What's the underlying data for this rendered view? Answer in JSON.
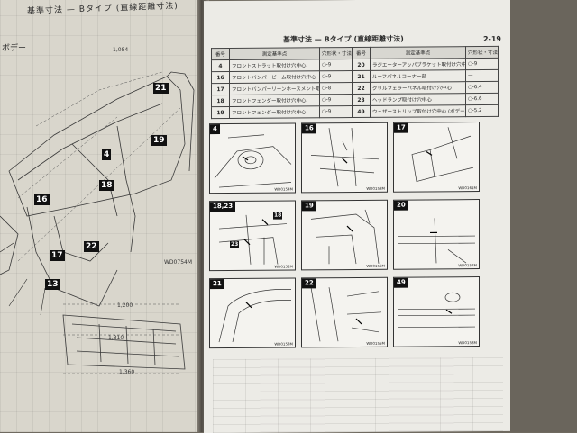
{
  "left_page": {
    "header": "基準寸法 — Bタイプ (直線距離寸法)",
    "section_label": "ボデー",
    "callouts": [
      "21",
      "19",
      "4",
      "18",
      "22",
      "17",
      "13",
      "16"
    ],
    "dimensions": [
      "1,200",
      "1,310",
      "1,360",
      "1,084"
    ],
    "code": "WD0754M"
  },
  "right_page": {
    "title": "基準寸法 — Bタイプ (直線距離寸法)",
    "page_number": "2-19",
    "table": {
      "headers": [
        "番号",
        "測定基準点",
        "穴形状・寸法",
        "番号",
        "測定基準点",
        "穴形状・寸法"
      ],
      "rows": [
        {
          "no1": "4",
          "desc1": "フロントストラット取付け穴中心",
          "sym1": "○-9",
          "no2": "20",
          "desc2": "ラジエーターアッパブラケット取付け穴中心",
          "sym2": "○-9"
        },
        {
          "no1": "16",
          "desc1": "フロントバンパービーム取付け穴中心",
          "sym1": "○-9",
          "no2": "21",
          "desc2": "ルーフパネルコーナー部",
          "sym2": "—"
        },
        {
          "no1": "17",
          "desc1": "フロントバンパーリーンホースメント取付け穴中心",
          "sym1": "○-8",
          "no2": "22",
          "desc2": "グリルフェラーパネル取付け穴中心",
          "sym2": "○-6.4"
        },
        {
          "no1": "18",
          "desc1": "フロントフェンダー取付け穴中心",
          "sym1": "○-9",
          "no2": "23",
          "desc2": "ヘッドランプ取付け穴中心",
          "sym2": "○-6.6"
        },
        {
          "no1": "19",
          "desc1": "フロントフェンダー取付け穴中心",
          "sym1": "○-9",
          "no2": "49",
          "desc2": "ウェザーストリップ取付け穴中心 (ボデー取付け側)",
          "sym2": "○-5.2"
        }
      ]
    },
    "figures": [
      {
        "label": "4",
        "code": "WD0154M"
      },
      {
        "label": "16",
        "code": "WD0158M"
      },
      {
        "label": "17",
        "code": "WD0161M"
      },
      {
        "label": "18,23",
        "code": "WD0152M",
        "callouts": [
          "18",
          "23"
        ]
      },
      {
        "label": "19",
        "code": "WD0156M"
      },
      {
        "label": "20",
        "code": "WD0157M"
      },
      {
        "label": "21",
        "code": "WD0153M"
      },
      {
        "label": "22",
        "code": "WD0155M"
      },
      {
        "label": "49",
        "code": "WD0158M"
      }
    ]
  }
}
